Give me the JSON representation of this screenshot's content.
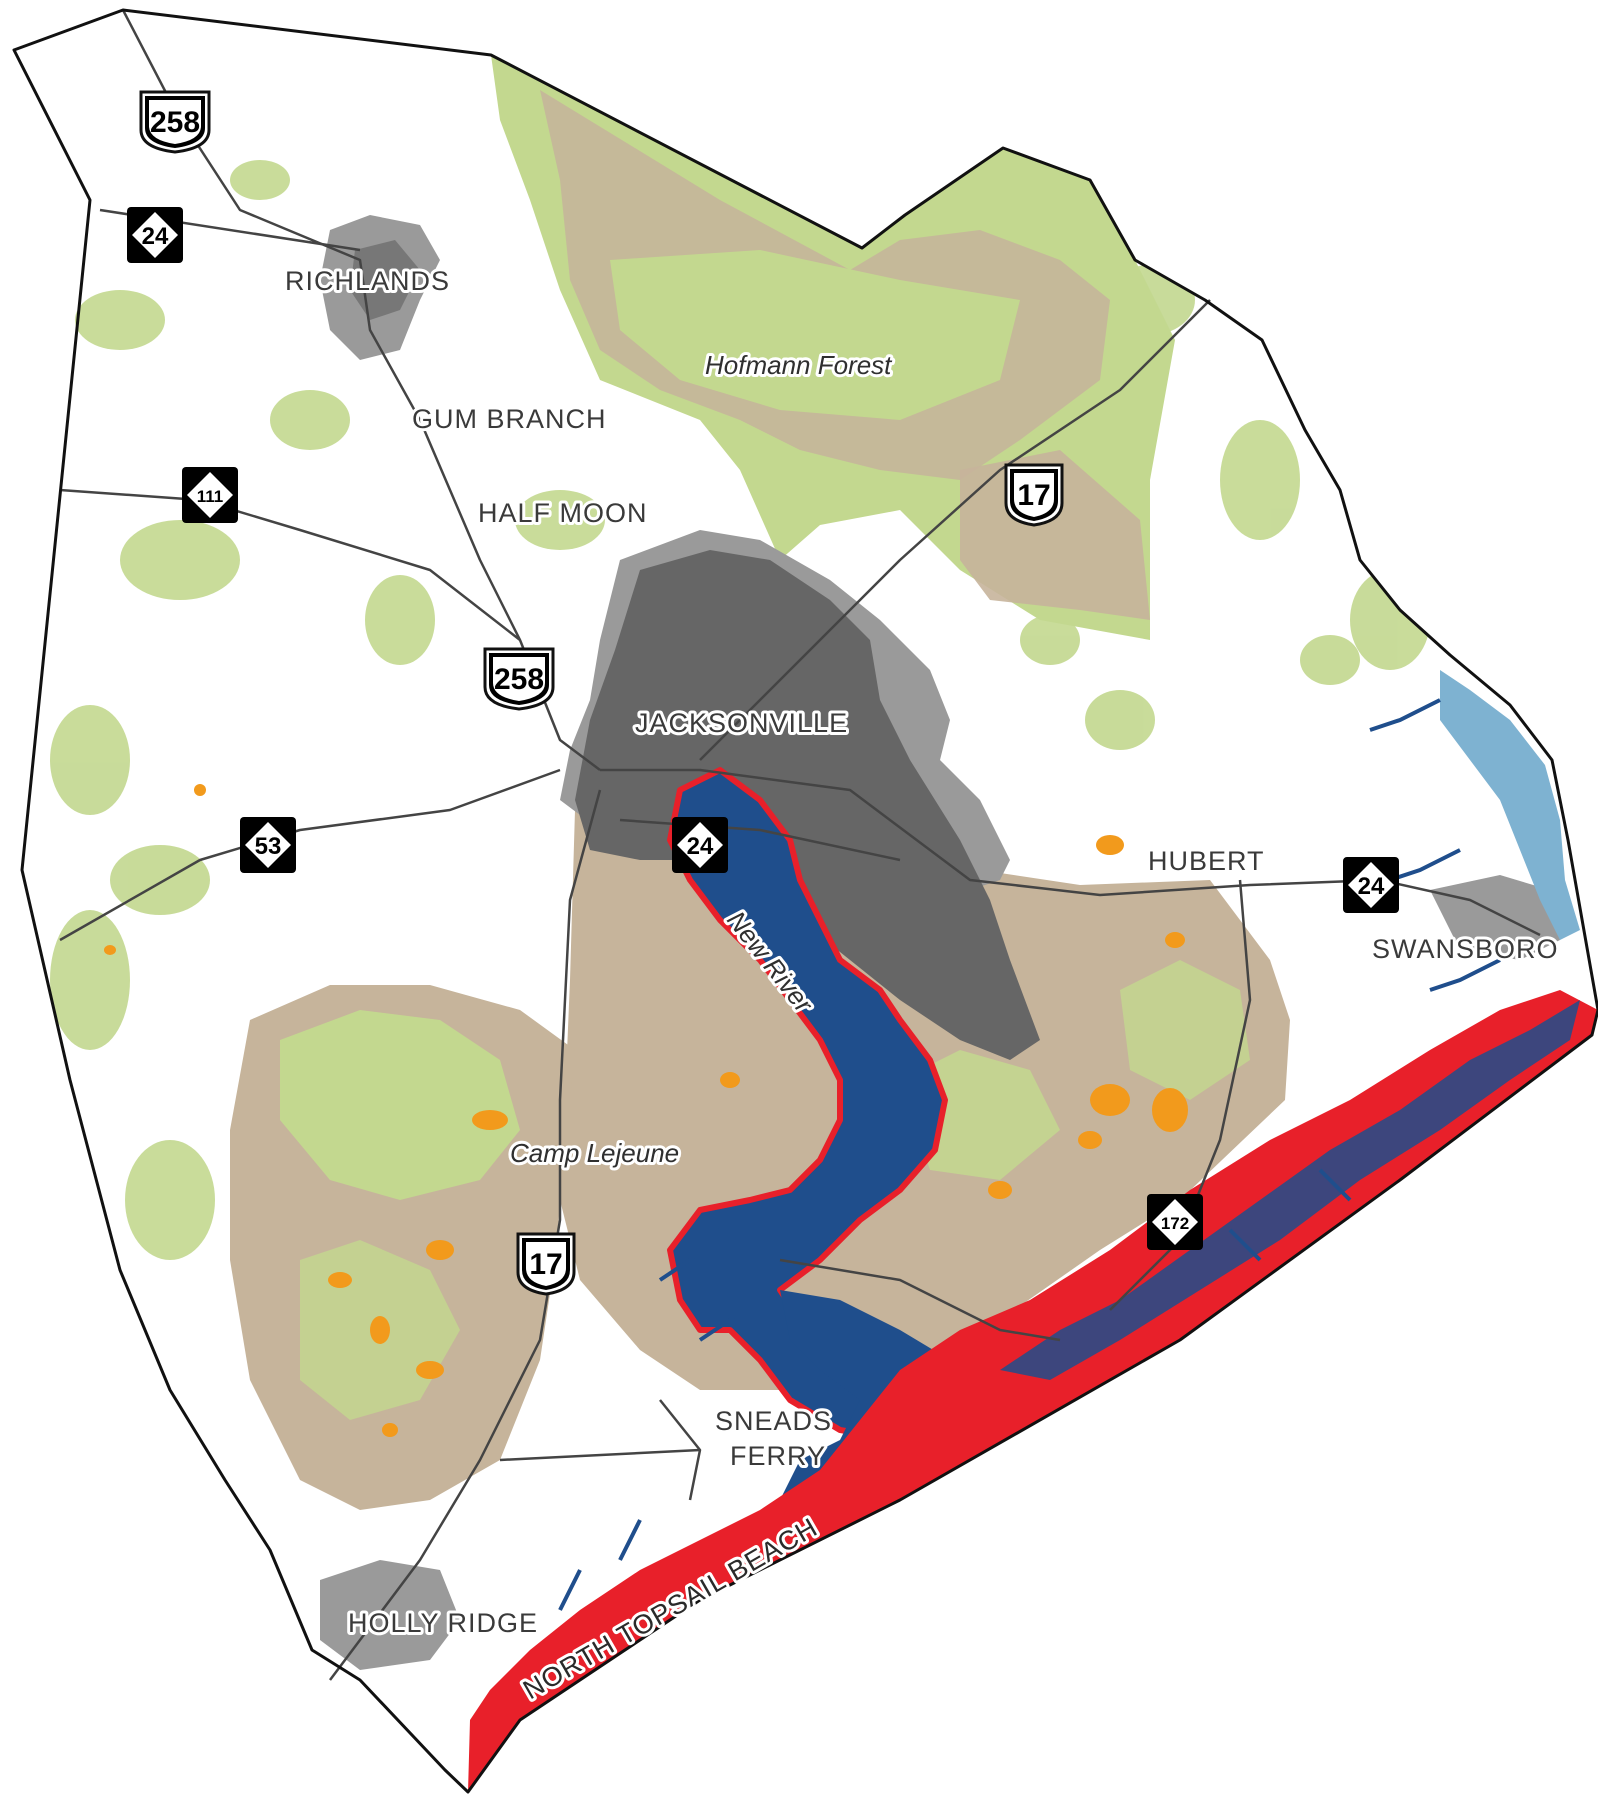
{
  "map": {
    "places": {
      "richlands": "RICHLANDS",
      "gum_branch": "GUM BRANCH",
      "half_moon": "HALF MOON",
      "jacksonville": "JACKSONVILLE",
      "hubert": "HUBERT",
      "swansboro": "SWANSBORO",
      "sneads_ferry_1": "SNEADS",
      "sneads_ferry_2": "FERRY",
      "holly_ridge": "HOLLY RIDGE",
      "north_topsail": "NORTH TOPSAIL BEACH"
    },
    "features": {
      "hofmann": "Hofmann Forest",
      "camp_lejeune": "Camp Lejeune",
      "new_river": "New River"
    },
    "shields": {
      "us258_north": "258",
      "us258_central": "258",
      "us17_north": "17",
      "us17_south": "17",
      "nc24_northwest": "24",
      "nc24_jacksonville": "24",
      "nc24_swansboro": "24",
      "nc111": "111",
      "nc53": "53",
      "nc172": "172"
    },
    "colors": {
      "land": "#ffffff",
      "conservation_green": "#c3d88f",
      "military_tan": "#c6b49b",
      "urban_dark": "#666666",
      "urban_light": "#9a9a9a",
      "river": "#1f4e8c",
      "flood_red": "#e8202a",
      "sound_blue": "#7eb2d1",
      "orange_patch": "#f29a1c",
      "road": "#444444",
      "boundary": "#111111"
    }
  }
}
